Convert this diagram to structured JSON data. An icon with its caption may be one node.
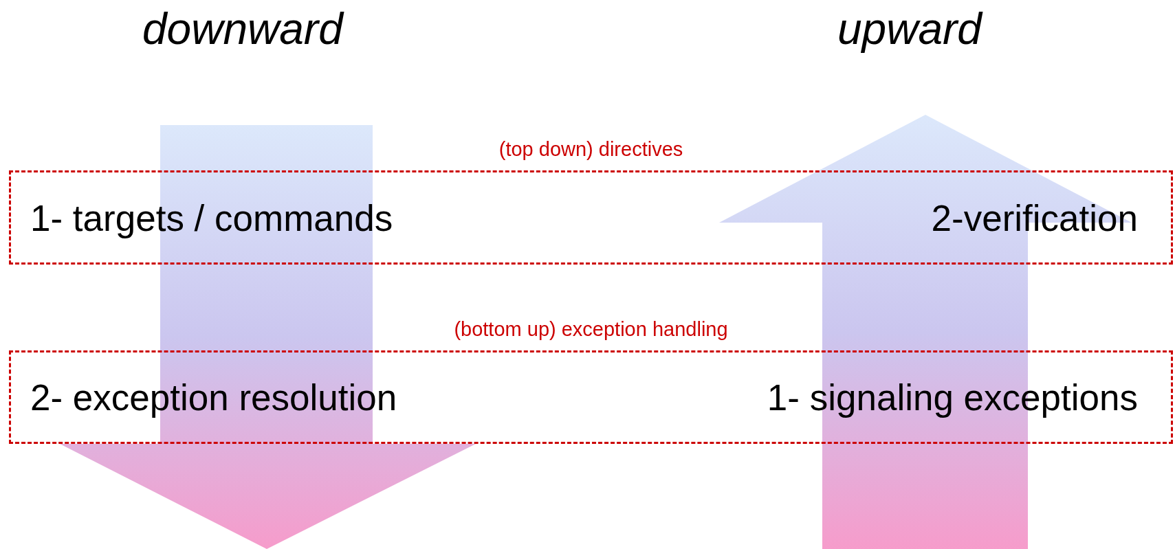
{
  "diagram": {
    "nodes": [
      {
        "text": [
          "(top down) directives",
          "1- targets / commands",
          "2-verification"
        ]
      },
      {
        "text": [
          "(bottom up) exception handling",
          "2- exception resolution",
          "1- signaling exceptions"
        ]
      }
    ],
    "labels": [
      "downward",
      "upward"
    ]
  }
}
